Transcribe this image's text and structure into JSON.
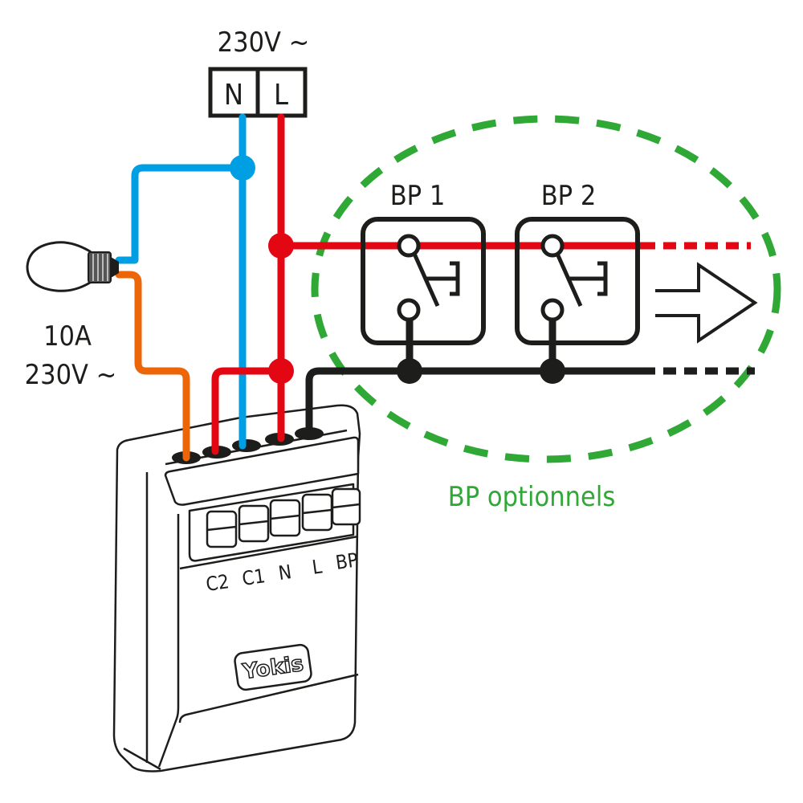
{
  "supply": {
    "label": "230V ~",
    "terminals": [
      "N",
      "L"
    ]
  },
  "lamp": {
    "rating_current": "10A",
    "rating_voltage": "230V ~"
  },
  "pushbuttons": [
    {
      "label": "BP 1"
    },
    {
      "label": "BP 2"
    }
  ],
  "optional_group": {
    "label": "BP optionnels"
  },
  "module": {
    "brand": "Yokis",
    "terminal_labels": [
      "C2",
      "C1",
      "N",
      "L",
      "BP"
    ]
  },
  "colors": {
    "neutral": "#009fe3",
    "live": "#e30613",
    "lamp_return": "#ec6608",
    "pushbutton": "#1d1d1b",
    "optional": "#2fa836",
    "outline": "#1d1d1b"
  }
}
